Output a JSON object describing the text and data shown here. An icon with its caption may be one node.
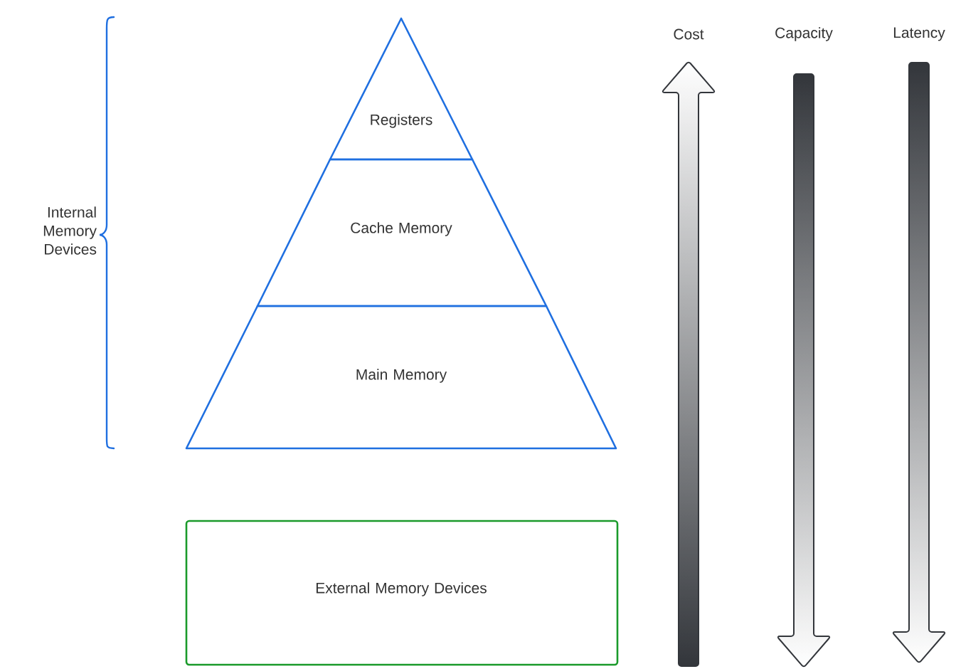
{
  "diagram": {
    "nodes": [
      {
        "text": [
          "Registers"
        ]
      },
      {
        "text": [
          "Cache Memory"
        ]
      },
      {
        "text": [
          "Main Memory"
        ]
      },
      {
        "text": [
          "External Memory Devices"
        ]
      }
    ],
    "labels": [
      "Internal Memory Devices",
      "Cost",
      "Capacity",
      "Latency"
    ]
  }
}
